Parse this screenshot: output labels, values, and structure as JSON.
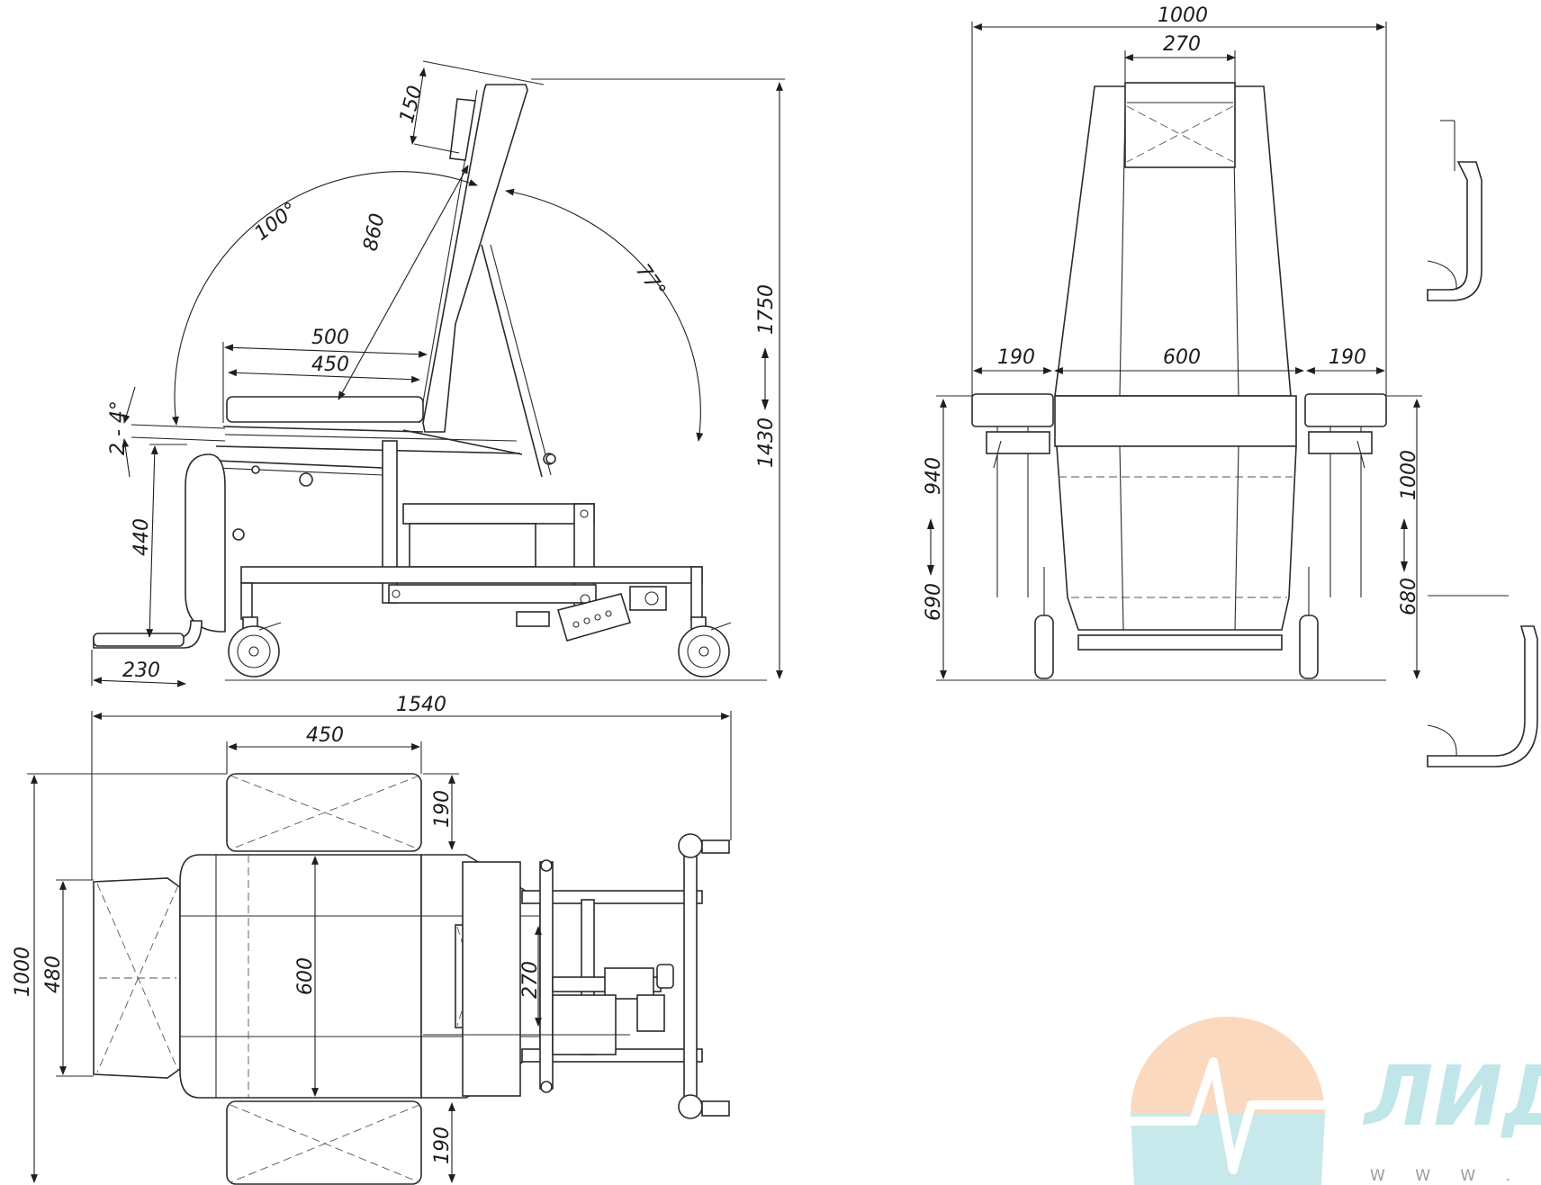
{
  "side_view": {
    "dims": {
      "headrest": "150",
      "backrest": "860",
      "back_angle": "100°",
      "tilt_angle": "77°",
      "seat_length": "500",
      "seat_pad": "450",
      "seat_tilt": "2 - 4°",
      "footrest_height": "440",
      "footrest_depth": "230",
      "total_height": "1750",
      "min_height": "1430"
    }
  },
  "front_view": {
    "dims": {
      "total_width": "1000",
      "headrest_width": "270",
      "left_armrest": "190",
      "seat_width": "600",
      "right_armrest": "190",
      "max_seat_height": "940",
      "min_seat_height": "690",
      "max_arm_height": "1000",
      "min_arm_height": "680"
    }
  },
  "top_view": {
    "dims": {
      "total_length": "1540",
      "armrest_length": "450",
      "armrest_top": "190",
      "armrest_bottom": "190",
      "total_width": "1000",
      "footrest_width": "480",
      "seat_width": "600",
      "headrest_width": "270"
    }
  },
  "watermark": {
    "brand": "ЛИД",
    "url": "W W W . Л И Д"
  },
  "colors": {
    "line": "#2a2a2a",
    "logo_orange": "#f6b98a",
    "logo_teal": "#8fd3d8"
  }
}
